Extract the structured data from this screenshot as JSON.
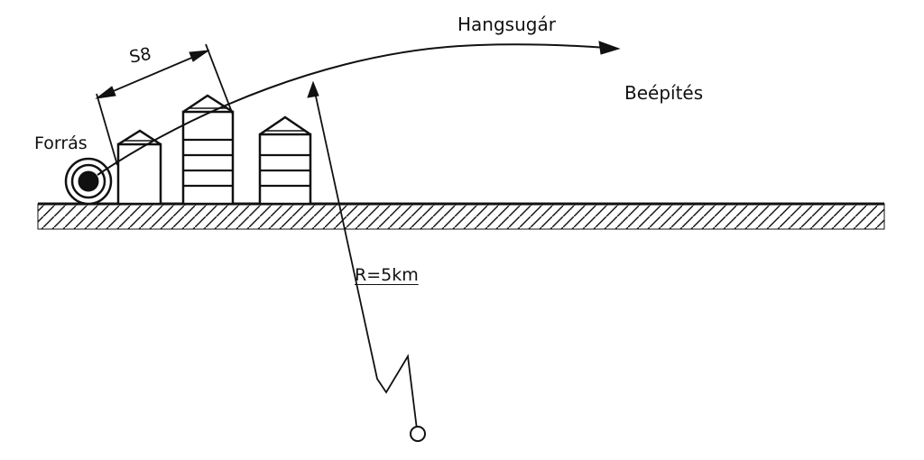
{
  "labels": {
    "source": "Forrás",
    "distance": "S8",
    "sound_ray": "Hangsugár",
    "buildings": "Beépítés",
    "radius": "R=5km"
  }
}
